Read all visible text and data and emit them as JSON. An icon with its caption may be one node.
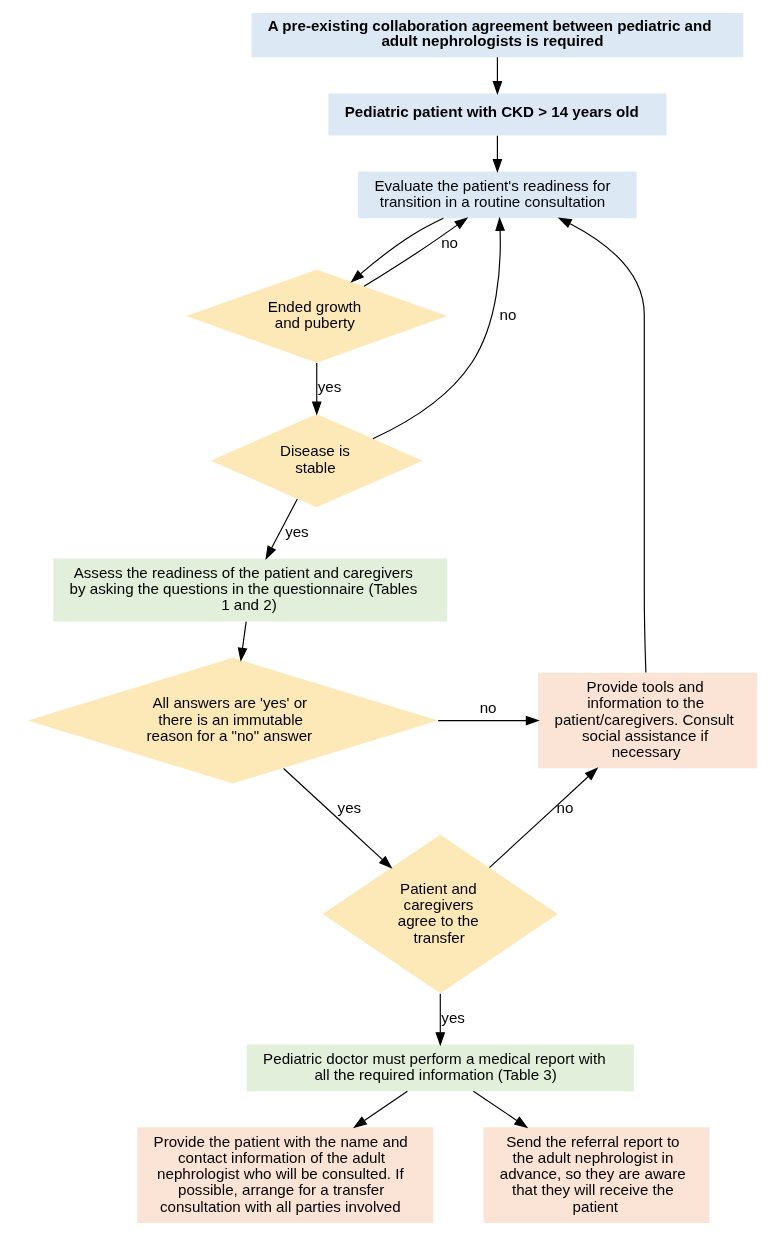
{
  "diagram": {
    "nodes": [
      {
        "text": [
          "A pre-existing collaboration agreement between pediatric and adult nephrologists is required"
        ]
      },
      {
        "text": [
          "Pediatric patient with CKD > 14 years old"
        ]
      },
      {
        "text": [
          "Evaluate the patient's readiness for transition in a routine consultation"
        ]
      },
      {
        "text": [
          "Ended growth and puberty"
        ]
      },
      {
        "text": [
          "Disease is stable"
        ]
      },
      {
        "text": [
          "Assess the readiness of the patient and caregivers by asking the questions in the questionnaire (Tables 1 and 2)"
        ]
      },
      {
        "text": [
          "All answers are 'yes' or there is an immutable reason for a \"no\" answer"
        ]
      },
      {
        "text": [
          "Patient and caregivers agree to the transfer"
        ]
      },
      {
        "text": [
          "Provide tools and information to the patient/caregivers. Consult social assistance if necessary"
        ]
      },
      {
        "text": [
          "Pediatric doctor must perform a medical report with all the required information (Table 3)"
        ]
      },
      {
        "text": [
          "Provide the patient with the name and contact information of the adult nephrologist who will be consulted. If possible, arrange for a transfer consultation with all parties involved"
        ]
      },
      {
        "text": [
          "Send the referral report to the adult nephrologist in advance, so they are aware that they will receive the patient"
        ]
      }
    ],
    "edges": [
      {
        "from": 0,
        "to": 1,
        "arrow": "to"
      },
      {
        "from": 1,
        "to": 2,
        "arrow": "to"
      },
      {
        "from": 2,
        "to": 3,
        "arrow": "to"
      },
      {
        "from": 3,
        "to": 2,
        "arrow": "to",
        "label": "no"
      },
      {
        "from": 3,
        "to": 4,
        "arrow": "to",
        "label": "yes"
      },
      {
        "from": 4,
        "to": 2,
        "arrow": "to",
        "label": "no"
      },
      {
        "from": 4,
        "to": 5,
        "arrow": "to",
        "label": "yes"
      },
      {
        "from": 5,
        "to": 6,
        "arrow": "to"
      },
      {
        "from": 6,
        "to": 8,
        "arrow": "to",
        "label": "no"
      },
      {
        "from": 6,
        "to": 7,
        "arrow": "to",
        "label": "yes"
      },
      {
        "from": 7,
        "to": 8,
        "arrow": "to",
        "label": "no"
      },
      {
        "from": 8,
        "to": 2,
        "arrow": "to"
      },
      {
        "from": 7,
        "to": 9,
        "arrow": "to",
        "label": "yes"
      },
      {
        "from": 9,
        "to": 10,
        "arrow": "to"
      },
      {
        "from": 9,
        "to": 11,
        "arrow": "to"
      }
    ]
  }
}
